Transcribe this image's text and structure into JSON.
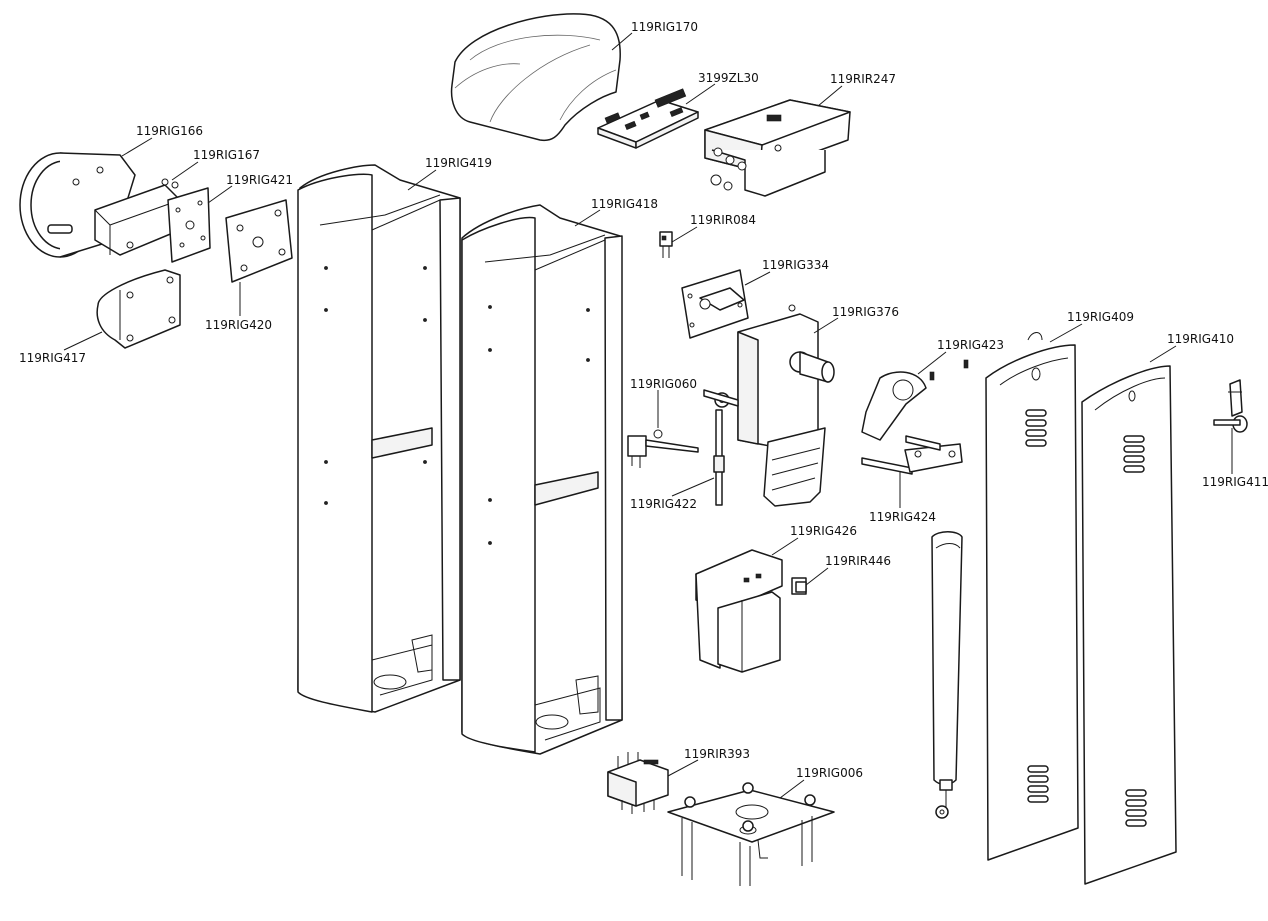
{
  "labels": {
    "p170": "119RIG170",
    "pZL30": "3199ZL30",
    "pR247": "119RIR247",
    "p166": "119RIG166",
    "p167": "119RIG167",
    "p421": "119RIG421",
    "p419": "119RIG419",
    "p418": "119RIG418",
    "pR084": "119RIR084",
    "p334": "119RIG334",
    "p376": "119RIG376",
    "p420": "119RIG420",
    "p417": "119RIG417",
    "p409": "119RIG409",
    "p423": "119RIG423",
    "p410": "119RIG410",
    "p060": "119RIG060",
    "p411": "119RIG411",
    "p422": "119RIG422",
    "p424": "119RIG424",
    "p426": "119RIG426",
    "pR446": "119RIR446",
    "pR393": "119RIR393",
    "p006": "119RIG006"
  }
}
